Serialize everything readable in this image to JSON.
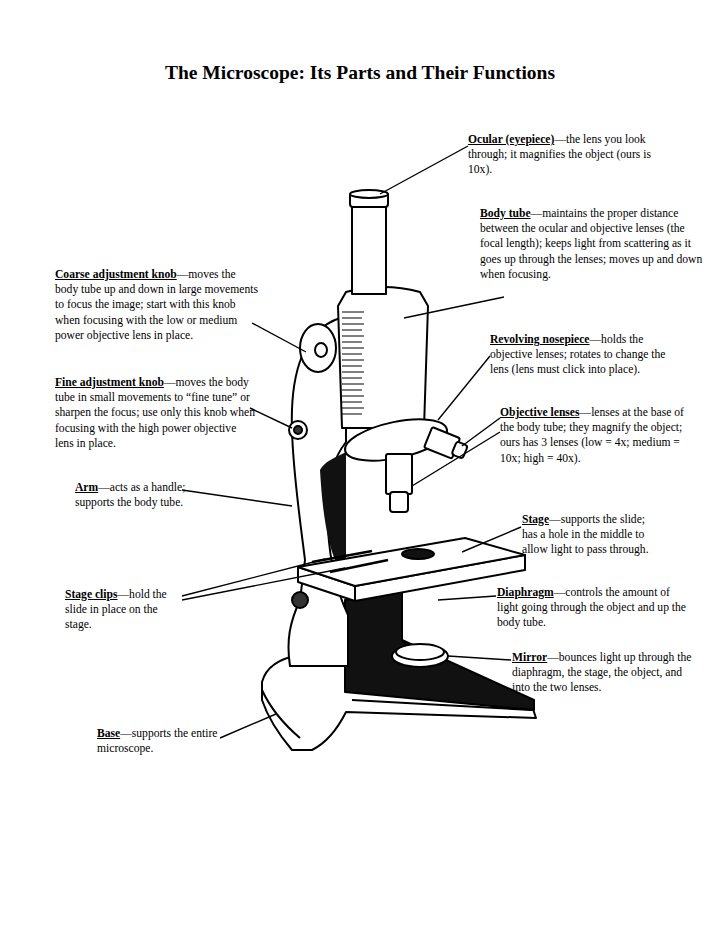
{
  "diagram": {
    "title": "The Microscope: Its Parts and Their Functions",
    "labels": [
      "Ocular (eyepiece)",
      "—the lens you look through; it magnifies the object (ours is 10x).",
      "Body tube",
      "—maintains the proper distance between the ocular and objective lenses (the focal length); keeps light from scattering as it goes up through the lenses; moves up and down when focusing.",
      "Coarse adjustment knob",
      "—moves the body tube up and down in large movements to focus the image; start with this knob when focusing with the low or medium power objective lens in place.",
      "Revolving nosepiece",
      "—holds the objective lenses; rotates to change the lens (lens must click into place).",
      "Fine adjustment knob",
      "—moves the body tube in small movements to “fine tune” or sharpen the focus; use only this knob when focusing with the high power objective lens in place.",
      "Objective lenses",
      "—lenses at the base of the body tube; they magnify the object; ours has 3 lenses (low = 4x; medium = 10x; high = 40x).",
      "Arm",
      "—acts as a handle; supports the body tube.",
      "Stage",
      "—supports the slide; has a hole in the middle to allow light to pass through.",
      "Stage clips",
      "—hold the slide in place on the stage.",
      "Diaphragm",
      "—controls the amount of light going through the object and up the body tube.",
      "Mirror",
      "—bounces light up through the diaphragm, the stage, the object, and into the two lenses.",
      "Base",
      "—supports the entire microscope."
    ]
  }
}
